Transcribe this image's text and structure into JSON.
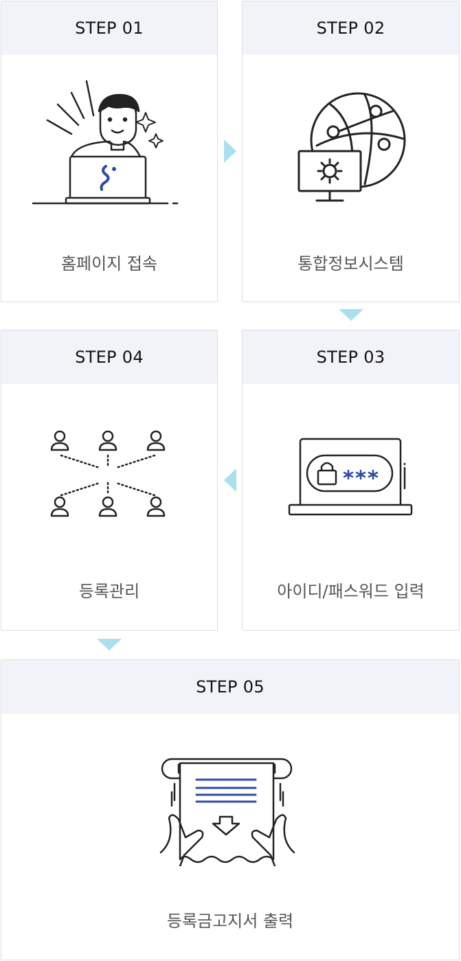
{
  "steps": [
    {
      "title": "STEP 01",
      "label": "홈페이지 접속",
      "icon": "person-at-laptop-icon"
    },
    {
      "title": "STEP 02",
      "label": "통합정보시스템",
      "icon": "network-globe-monitor-icon"
    },
    {
      "title": "STEP 03",
      "label": "아이디/패스워드 입력",
      "icon": "password-laptop-icon"
    },
    {
      "title": "STEP 04",
      "label": "등록관리",
      "icon": "people-network-icon"
    },
    {
      "title": "STEP 05",
      "label": "등록금고지서 출력",
      "icon": "print-receipt-icon"
    }
  ],
  "colors": {
    "arrow": "#a9e0ef",
    "accent": "#2c4aa8",
    "line": "#222222"
  }
}
